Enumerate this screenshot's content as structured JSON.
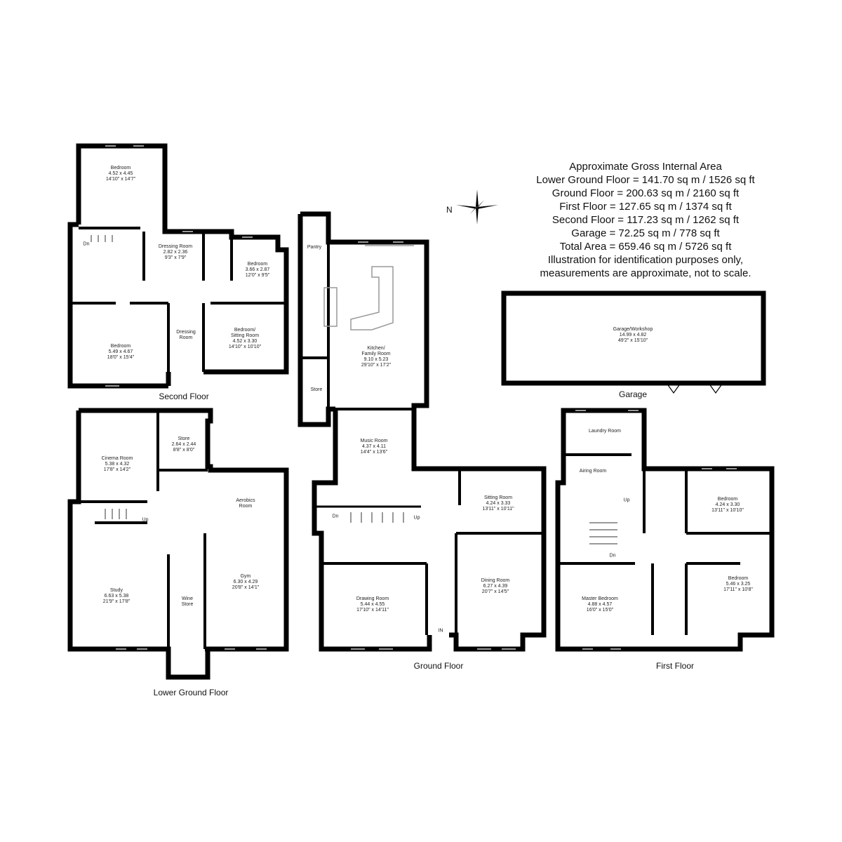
{
  "area_info": {
    "title": "Approximate Gross Internal Area",
    "lines": [
      "Lower Ground Floor = 141.70 sq m / 1526 sq ft",
      "Ground Floor = 200.63 sq m / 2160 sq ft",
      "First Floor = 127.65 sq m / 1374 sq ft",
      "Second Floor = 117.23 sq m / 1262 sq ft",
      "Garage = 72.25 sq m / 778 sq ft",
      "Total Area = 659.46 sq m / 5726 sq ft"
    ],
    "disclaimer_1": "Illustration for identification purposes only,",
    "disclaimer_2": "measurements are approximate, not to scale."
  },
  "compass": {
    "north_label": "N"
  },
  "floors": {
    "second": "Second Floor",
    "lower_ground": "Lower Ground Floor",
    "ground": "Ground Floor",
    "first": "First Floor",
    "garage": "Garage"
  },
  "rooms": {
    "sf_bedroom_top": {
      "name": "Bedroom",
      "metric": "4.52 x 4.45",
      "imperial": "14'10\" x 14'7\""
    },
    "sf_dressing_room": {
      "name": "Dressing Room",
      "metric": "2.82 x 2.36",
      "imperial": "9'3\" x 7'9\""
    },
    "sf_bedroom_right": {
      "name": "Bedroom",
      "metric": "3.66 x 2.87",
      "imperial": "12'0\" x 9'5\""
    },
    "sf_bedroom_left": {
      "name": "Bedroom",
      "metric": "5.49 x 4.67",
      "imperial": "18'0\" x 15'4\""
    },
    "sf_dressing": {
      "name": "Dressing",
      "name2": "Room"
    },
    "sf_bedroom_sitting": {
      "name": "Bedroom/",
      "name2": "Sitting Room",
      "metric": "4.52 x 3.30",
      "imperial": "14'10\" x 10'10\""
    },
    "lg_cinema": {
      "name": "Cinema Room",
      "metric": "5.38 x 4.32",
      "imperial": "17'8\" x 14'2\""
    },
    "lg_store": {
      "name": "Store",
      "metric": "2.64 x 2.44",
      "imperial": "8'8\" x 8'0\""
    },
    "lg_aerobics": {
      "name": "Aerobics",
      "name2": "Room"
    },
    "lg_study": {
      "name": "Study",
      "metric": "6.63 x 5.38",
      "imperial": "21'9\" x 17'8\""
    },
    "lg_wine": {
      "name": "Wine",
      "name2": "Store"
    },
    "lg_gym": {
      "name": "Gym",
      "metric": "6.30 x 4.29",
      "imperial": "20'8\" x 14'1\""
    },
    "gf_pantry": {
      "name": "Pantry"
    },
    "gf_store": {
      "name": "Store"
    },
    "gf_kitchen": {
      "name": "Kitchen/",
      "name2": "Family Room",
      "metric": "9.10 x 5.23",
      "imperial": "29'10\" x 17'2\""
    },
    "gf_music": {
      "name": "Music Room",
      "metric": "4.37 x 4.11",
      "imperial": "14'4\" x 13'6\""
    },
    "gf_sitting": {
      "name": "Sitting Room",
      "metric": "4.24 x 3.33",
      "imperial": "13'11\" x 10'11\""
    },
    "gf_drawing": {
      "name": "Drawing Room",
      "metric": "5.44 x 4.55",
      "imperial": "17'10\" x 14'11\""
    },
    "gf_dining": {
      "name": "Dining Room",
      "metric": "6.27 x 4.39",
      "imperial": "20'7\" x 14'5\""
    },
    "garage_workshop": {
      "name": "Garage/Workshop",
      "metric": "14.99 x 4.82",
      "imperial": "49'2\" x 15'10\""
    },
    "ff_laundry": {
      "name": "Laundry Room"
    },
    "ff_airing": {
      "name": "Airing Room"
    },
    "ff_bedroom_top": {
      "name": "Bedroom",
      "metric": "4.24 x 3.30",
      "imperial": "13'11\" x 10'10\""
    },
    "ff_master": {
      "name": "Master Bedroom",
      "metric": "4.88 x 4.57",
      "imperial": "16'0\" x 15'0\""
    },
    "ff_bedroom_bottom": {
      "name": "Bedroom",
      "metric": "5.46 x 3.25",
      "imperial": "17'11\" x 10'8\""
    }
  },
  "stair_marks": {
    "dn": "Dn",
    "up": "Up",
    "in": "IN"
  }
}
